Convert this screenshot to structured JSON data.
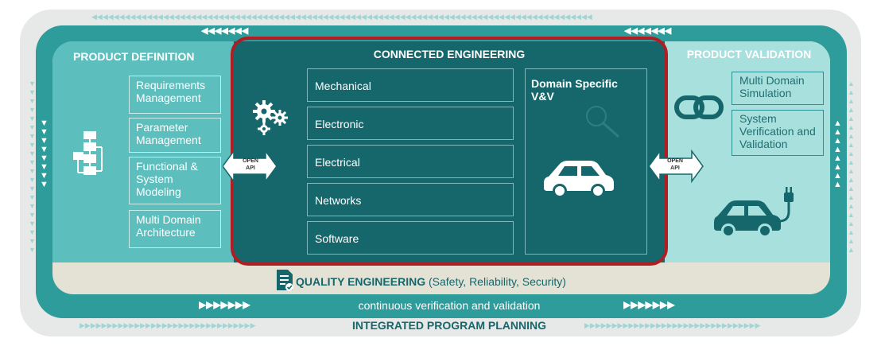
{
  "sections": {
    "product_definition": {
      "title": "PRODUCT DEFINITION",
      "items": [
        "Requirements Management",
        "Parameter Management",
        "Functional & System Modeling",
        "Multi Domain Architecture"
      ]
    },
    "connected_engineering": {
      "title": "CONNECTED ENGINEERING",
      "items": [
        "Mechanical",
        "Electronic",
        "Electrical",
        "Networks",
        "Software"
      ],
      "domain_box": "Domain Specific V&V"
    },
    "product_validation": {
      "title": "PRODUCT VALIDATION",
      "items": [
        "Multi Domain Simulation",
        "System Verification and Validation"
      ]
    }
  },
  "connectors": {
    "api_left": {
      "line1": "OPEN",
      "line2": "API"
    },
    "api_right": {
      "line1": "OPEN",
      "line2": "API"
    }
  },
  "quality": {
    "title": "QUALITY ENGINEERING",
    "subtitle": "(Safety, Reliability, Security)"
  },
  "bottom": {
    "continuous": "continuous verification and validation",
    "program_planning": "INTEGRATED PROGRAM PLANNING"
  },
  "icons": {
    "flowchart": "flowchart-icon",
    "gears": "gears-icon",
    "search": "search-icon",
    "car": "car-icon",
    "infinity_link": "chain-link-icon",
    "electric_car": "electric-car-icon",
    "document_check": "document-check-icon"
  },
  "colors": {
    "outer_teal": "#2e9c9b",
    "definition_teal": "#5cbfbe",
    "engineering_dark": "#16676b",
    "validation_light": "#a8e0dd",
    "quality_beige": "#e4e1d5",
    "highlight_red": "#b01e23"
  }
}
